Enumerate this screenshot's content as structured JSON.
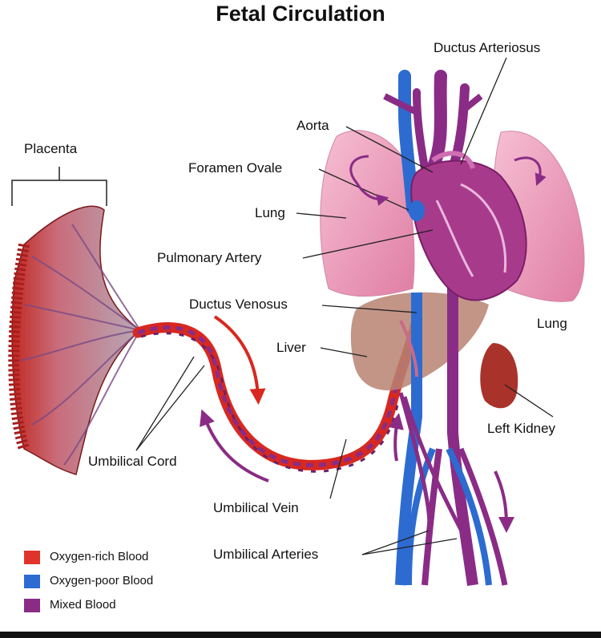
{
  "title": "Fetal Circulation",
  "labels": {
    "placenta": "Placenta",
    "ductus_arteriosus": "Ductus Arteriosus",
    "aorta": "Aorta",
    "foramen_ovale": "Foramen Ovale",
    "lung_left_side": "Lung",
    "pulmonary_artery": "Pulmonary Artery",
    "ductus_venosus": "Ductus Venosus",
    "liver": "Liver",
    "lung_right_side": "Lung",
    "left_kidney": "Left Kidney",
    "umbilical_cord": "Umbilical Cord",
    "umbilical_vein": "Umbilical Vein",
    "umbilical_arteries": "Umbilical Arteries"
  },
  "legend": [
    {
      "label": "Oxygen-rich Blood",
      "color": "#e0342b"
    },
    {
      "label": "Oxygen-poor Blood",
      "color": "#2d6bd1"
    },
    {
      "label": "Mixed Blood",
      "color": "#8a2c86"
    }
  ],
  "colors": {
    "oxygen_rich": "#d8281f",
    "oxygen_poor": "#2d6bd1",
    "mixed": "#8a2c86",
    "lung": "#f0a3c0",
    "liver": "#b98272",
    "kidney": "#a9322a",
    "heart": "#a83a8c"
  }
}
